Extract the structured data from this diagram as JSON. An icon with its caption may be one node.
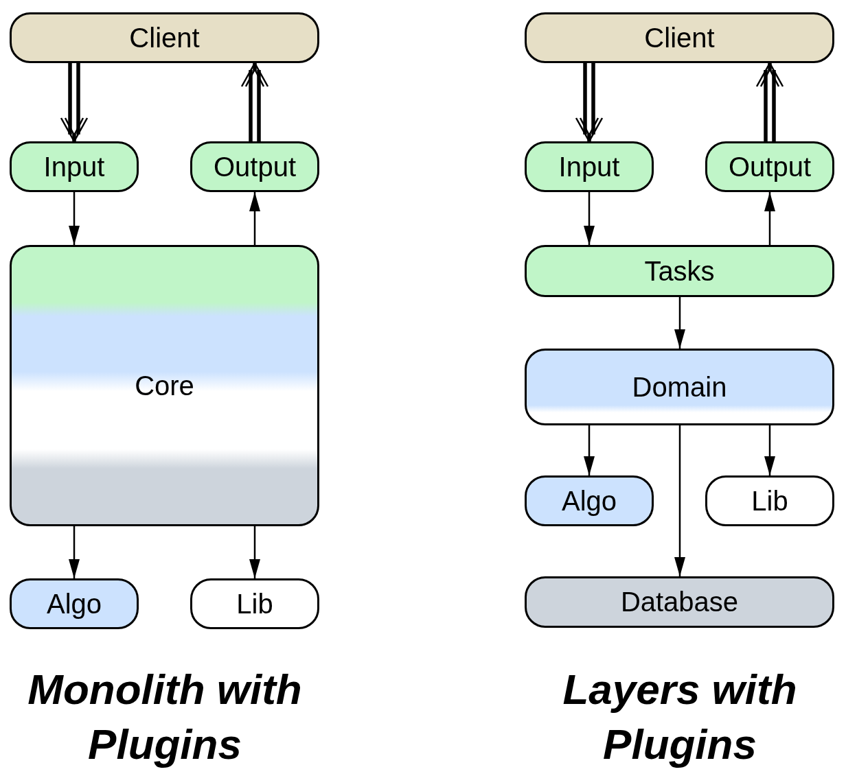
{
  "diagram": {
    "nodes": [
      {
        "text": [
          "Client"
        ]
      },
      {
        "text": [
          "Input"
        ]
      },
      {
        "text": [
          "Output"
        ]
      },
      {
        "text": [
          "Core"
        ]
      },
      {
        "text": [
          "Algo"
        ]
      },
      {
        "text": [
          "Lib"
        ]
      },
      {
        "text": [
          "Client"
        ]
      },
      {
        "text": [
          "Input"
        ]
      },
      {
        "text": [
          "Output"
        ]
      },
      {
        "text": [
          "Tasks"
        ]
      },
      {
        "text": [
          "Domain"
        ]
      },
      {
        "text": [
          "Algo"
        ]
      },
      {
        "text": [
          "Lib"
        ]
      },
      {
        "text": [
          "Database"
        ]
      }
    ],
    "edges": [
      {
        "from": 0,
        "to": 1,
        "arrow": "to",
        "style": "thick"
      },
      {
        "from": 2,
        "to": 0,
        "arrow": "to",
        "style": "thick"
      },
      {
        "from": 1,
        "to": 3,
        "arrow": "to"
      },
      {
        "from": 3,
        "to": 2,
        "arrow": "to"
      },
      {
        "from": 3,
        "to": 4,
        "arrow": "to"
      },
      {
        "from": 3,
        "to": 5,
        "arrow": "to"
      },
      {
        "from": 6,
        "to": 7,
        "arrow": "to",
        "style": "thick"
      },
      {
        "from": 8,
        "to": 6,
        "arrow": "to",
        "style": "thick"
      },
      {
        "from": 7,
        "to": 9,
        "arrow": "to"
      },
      {
        "from": 9,
        "to": 8,
        "arrow": "to"
      },
      {
        "from": 9,
        "to": 10,
        "arrow": "to"
      },
      {
        "from": 10,
        "to": 11,
        "arrow": "to"
      },
      {
        "from": 10,
        "to": 12,
        "arrow": "to"
      },
      {
        "from": 10,
        "to": 13,
        "arrow": "to"
      }
    ],
    "labels": [
      "Monolith with Plugins",
      "Layers with Plugins"
    ]
  }
}
